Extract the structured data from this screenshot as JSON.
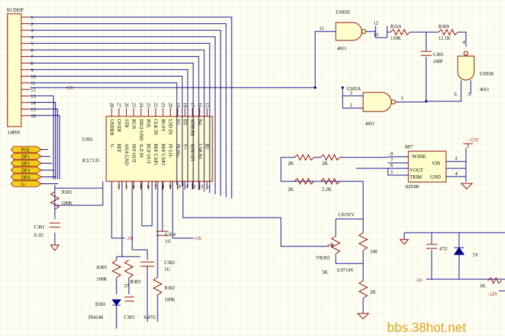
{
  "connector": {
    "title": "IO DISP",
    "pins": [
      "1",
      "2",
      "3",
      "4",
      "5",
      "6",
      "7",
      "8",
      "9",
      "10",
      "11",
      "12",
      "13",
      "14",
      "15",
      "16"
    ],
    "footer": "14PIN"
  },
  "dp_labels": [
    "POL",
    "DP1",
    "DP2",
    "DP3",
    "DP4",
    "G"
  ],
  "supply": {
    "p5": "+5V",
    "m5": "-5V",
    "p15": "+15V",
    "m5b": "-5V",
    "m12": "-12V",
    "v5": "5V"
  },
  "u301": {
    "ref": "U301",
    "part": "ICL7135",
    "pins_top": [
      "28",
      "27",
      "26",
      "25",
      "24",
      "23",
      "22",
      "21",
      "20",
      "19",
      "18",
      "17",
      "16",
      "15"
    ],
    "pins_bottom": [
      "1",
      "2",
      "3",
      "4",
      "5",
      "6",
      "7",
      "8",
      "9",
      "10",
      "11",
      "12",
      "13",
      "14"
    ],
    "labels_top": [
      "UNDER",
      "OVER",
      "STR",
      "RUN",
      "DIGI GND",
      "POL",
      "CLK IN",
      "BUSY",
      "LSD D1",
      "D2",
      "D3",
      "MSB B8",
      "B4"
    ],
    "labels_bottom": [
      "V-",
      "REF",
      "ANA GND",
      "INT OUT",
      "A-Z IN",
      "BUF OUT",
      "REF CAP1",
      "REF CAP2",
      "IN LO-",
      "IN HI+",
      "V+",
      "MSD D5",
      "LSB B1",
      "B2"
    ]
  },
  "u305d": {
    "ref": "U305D",
    "part": "4011",
    "pin_a": "12",
    "pin_b": "13",
    "pin_out": "11"
  },
  "u305a": {
    "ref": "U305A",
    "part": "4011",
    "pin_a": "2",
    "pin_b": "1",
    "pin_out": "3"
  },
  "u305b": {
    "ref": "U305B",
    "part": "4011",
    "pin_a": "6",
    "pin_b": "5",
    "pin_out": "4"
  },
  "rp7": {
    "ref": "RP7",
    "part": "AD586",
    "labels": [
      "NOISE",
      "VIN",
      "VOUT",
      "TRIM",
      "GND"
    ],
    "pins": [
      "8",
      "7",
      "6",
      "5",
      "2",
      "4"
    ]
  },
  "components": {
    "r310": "R310",
    "r310v": "110K",
    "r309": "R309",
    "r309v": "12.1K",
    "c305": "C305",
    "c305v": "100P",
    "r301": "R301",
    "r301v": "100K",
    "c301": "C301",
    "c301v": "0.1U",
    "r305": "R305",
    "r305v": "100K",
    "r303": "R303",
    "r303v": "37",
    "d301": "D301",
    "d301v": "IN4148",
    "c303": "C303",
    "c302": "C302",
    "c302v": "1U",
    "r302": "R302",
    "r302v": "100K",
    "c304": "C304",
    "c304v": "1U",
    "c047": "0.47U",
    "rk1": "2K",
    "rk2": "2K",
    "rk3": "2K",
    "rk4": "2.2K",
    "vref_hi": "1.0191V",
    "vref_lo": "0.9714V",
    "vr302": "VR302",
    "vr302v": "5K",
    "r100": "100",
    "r2k": "2K",
    "c47": "47U",
    "r1k": "1K"
  },
  "watermark": "bbs.38hot.net"
}
